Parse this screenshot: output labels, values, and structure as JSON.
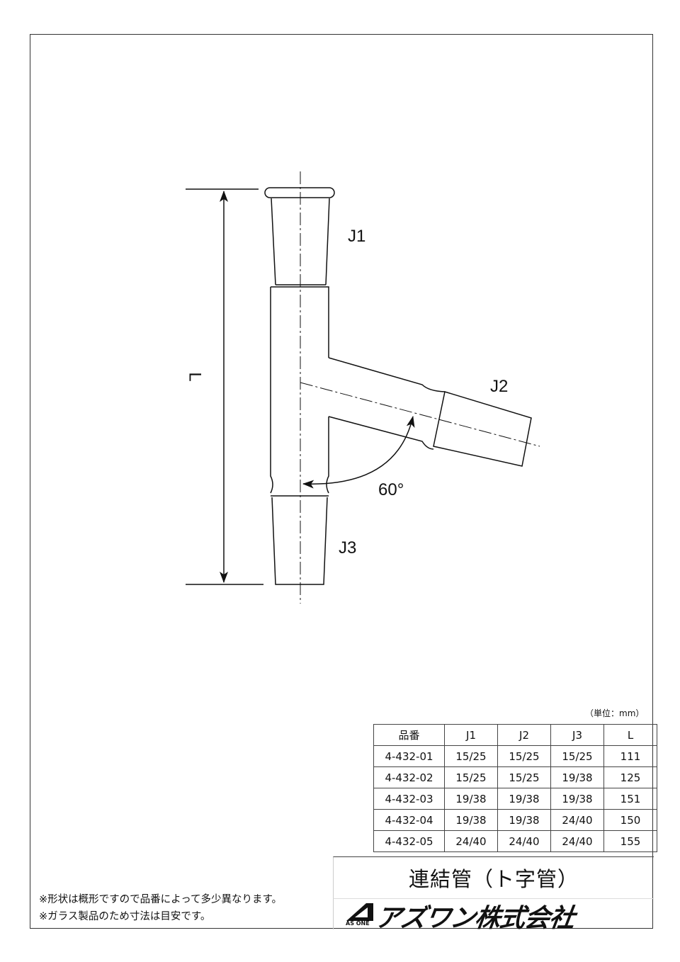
{
  "drawing": {
    "labels": {
      "j1": "J1",
      "j2": "J2",
      "j3": "J3",
      "length": "L",
      "angle": "60°"
    }
  },
  "unit": "（単位：mm）",
  "table": {
    "headers": [
      "品番",
      "J1",
      "J2",
      "J3",
      "L"
    ],
    "rows": [
      [
        "4-432-01",
        "15/25",
        "15/25",
        "15/25",
        "111"
      ],
      [
        "4-432-02",
        "15/25",
        "15/25",
        "19/38",
        "125"
      ],
      [
        "4-432-03",
        "19/38",
        "19/38",
        "19/38",
        "151"
      ],
      [
        "4-432-04",
        "19/38",
        "19/38",
        "24/40",
        "150"
      ],
      [
        "4-432-05",
        "24/40",
        "24/40",
        "24/40",
        "155"
      ]
    ]
  },
  "title": "連結管（ト字管）",
  "notes": [
    "※形状は概形ですので品番によって多少異なります。",
    "※ガラス製品のため寸法は目安です。"
  ],
  "logo": {
    "text": "アズワン株式会社",
    "sub": "AS ONE"
  }
}
